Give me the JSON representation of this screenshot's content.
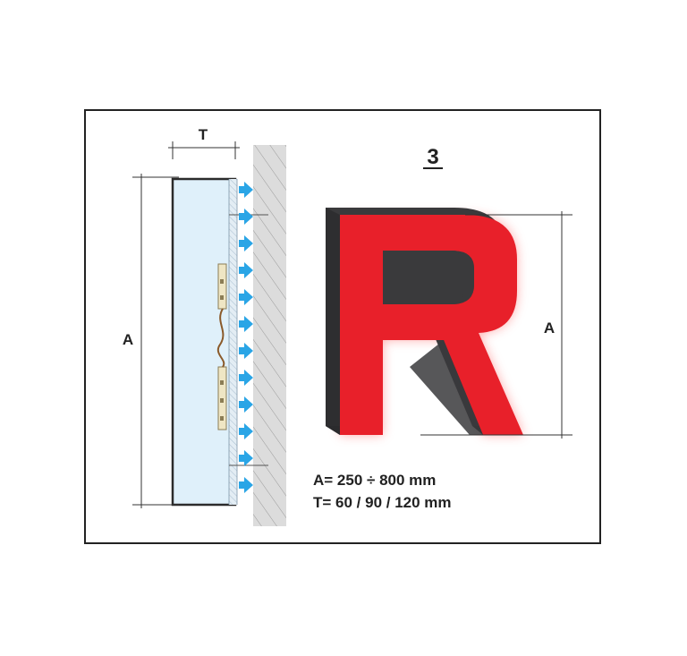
{
  "figure_number": "3",
  "dimension_labels": {
    "thickness": "T",
    "height_left": "A",
    "height_right": "A"
  },
  "letter": "R",
  "specs": {
    "height_range": "A= 250 ÷ 800 mm",
    "depth_options": "T= 60 / 90 / 120 mm"
  },
  "colors": {
    "letter_face": "#e8202a",
    "letter_side": "#3a3a3c",
    "led_arrow": "#2aa5e6",
    "panel_fill": "#dff0fa",
    "wall_fill": "#d8d8d8",
    "frame_border": "#222222"
  }
}
